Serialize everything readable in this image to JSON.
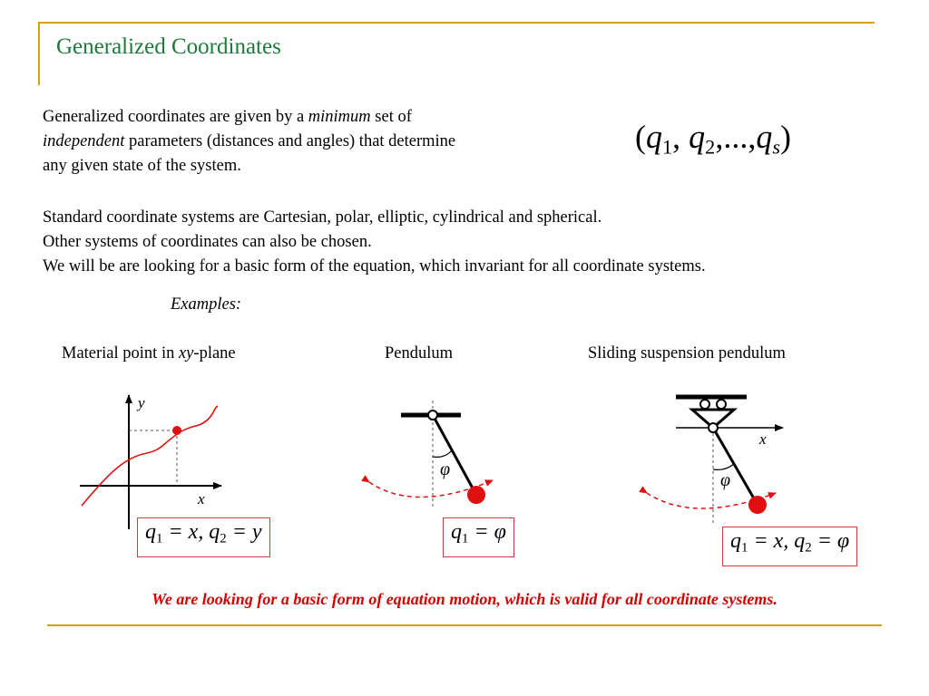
{
  "slide": {
    "title": "Generalized Coordinates",
    "intro": {
      "l1_a": "Generalized coordinates are given by a ",
      "l1_em": "minimum",
      "l1_b": " set of",
      "l2_em": "independent",
      "l2_b": " parameters (distances and angles) that determine",
      "l3": "any given state of the system."
    },
    "formula": {
      "open": "(",
      "q": "q",
      "sub1": "1",
      "sub2": "2",
      "ellipsis": ",...,",
      "subs": "s",
      "comma": ", ",
      "close": ")"
    },
    "systems": [
      "Standard coordinate systems are Cartesian, polar, elliptic, cylindrical and spherical.",
      "Other systems of coordinates can also be chosen.",
      "We will be are looking for a basic form of the equation, which invariant for all coordinate systems."
    ],
    "examples_label": "Examples:",
    "examples": [
      {
        "caption_a": "Material point in ",
        "caption_em": "xy",
        "caption_b": "-plane",
        "axis_x": "x",
        "axis_y": "y",
        "eq": {
          "q": "q",
          "s1": "1",
          "rhs1": " = x, ",
          "s2": "2",
          "rhs2": " = y"
        }
      },
      {
        "caption": "Pendulum",
        "angle_symbol": "φ",
        "eq": {
          "q": "q",
          "s1": "1",
          "rhs1": " = φ"
        }
      },
      {
        "caption": "Sliding suspension pendulum",
        "axis_x": "x",
        "angle_symbol": "φ",
        "eq": {
          "q": "q",
          "s1": "1",
          "rhs1": " = x, ",
          "s2": "2",
          "rhs2": " = φ"
        }
      }
    ],
    "footer": "We are looking for a basic form of equation motion, which is valid for all coordinate systems.",
    "colors": {
      "title": "#1e7a3a",
      "rule": "#d4a017",
      "accent": "#e01010",
      "footer": "#d40000",
      "box_border": "#d63b3b"
    }
  }
}
